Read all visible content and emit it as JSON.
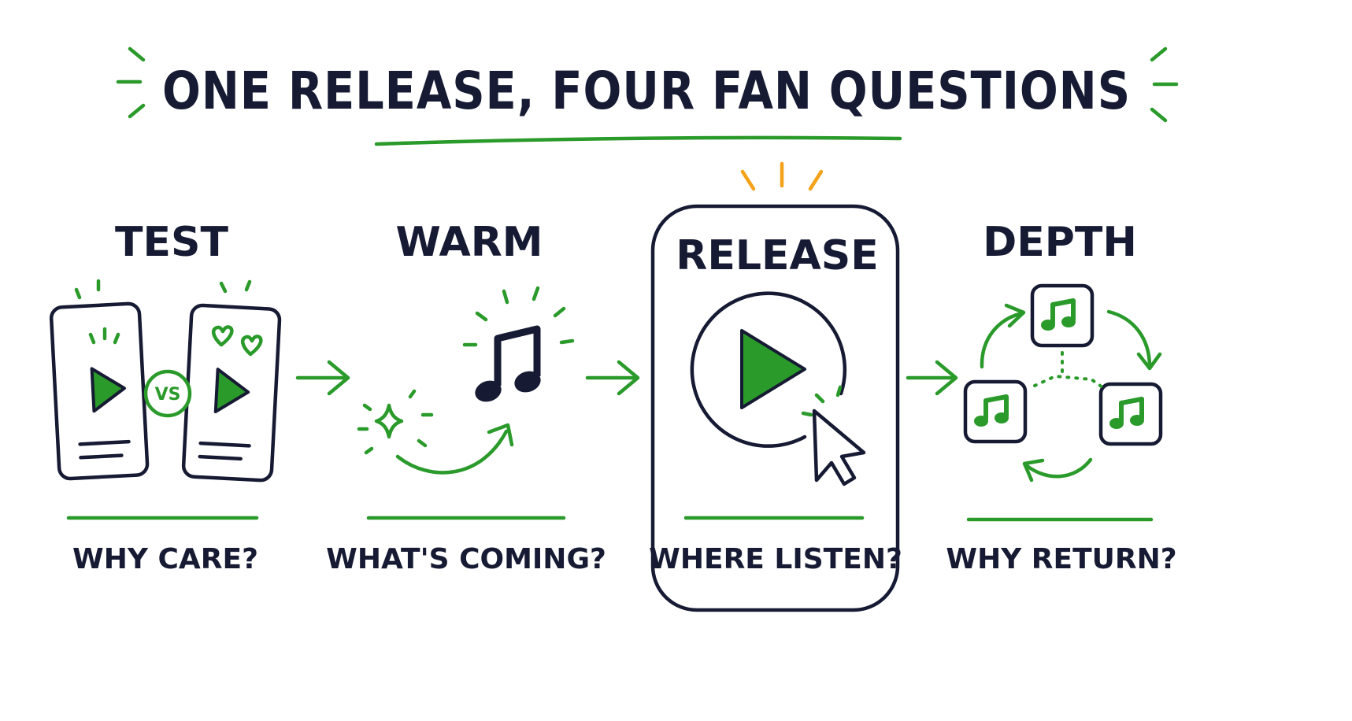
{
  "title": "ONE RELEASE, FOUR FAN QUESTIONS",
  "colors": {
    "ink": "#161a33",
    "accent_green": "#2a9a2a",
    "highlight_orange": "#f3a21a",
    "background": "#ffffff"
  },
  "stages": [
    {
      "label": "TEST",
      "question": "WHY CARE?",
      "badge": "VS",
      "icon": "two-phones-compare-icon"
    },
    {
      "label": "WARM",
      "question": "WHAT'S COMING?",
      "icon": "music-note-sparkle-icon"
    },
    {
      "label": "RELEASE",
      "question": "WHERE LISTEN?",
      "icon": "play-button-cursor-icon",
      "highlighted": true
    },
    {
      "label": "DEPTH",
      "question": "WHY RETURN?",
      "icon": "music-notes-cycle-icon"
    }
  ]
}
